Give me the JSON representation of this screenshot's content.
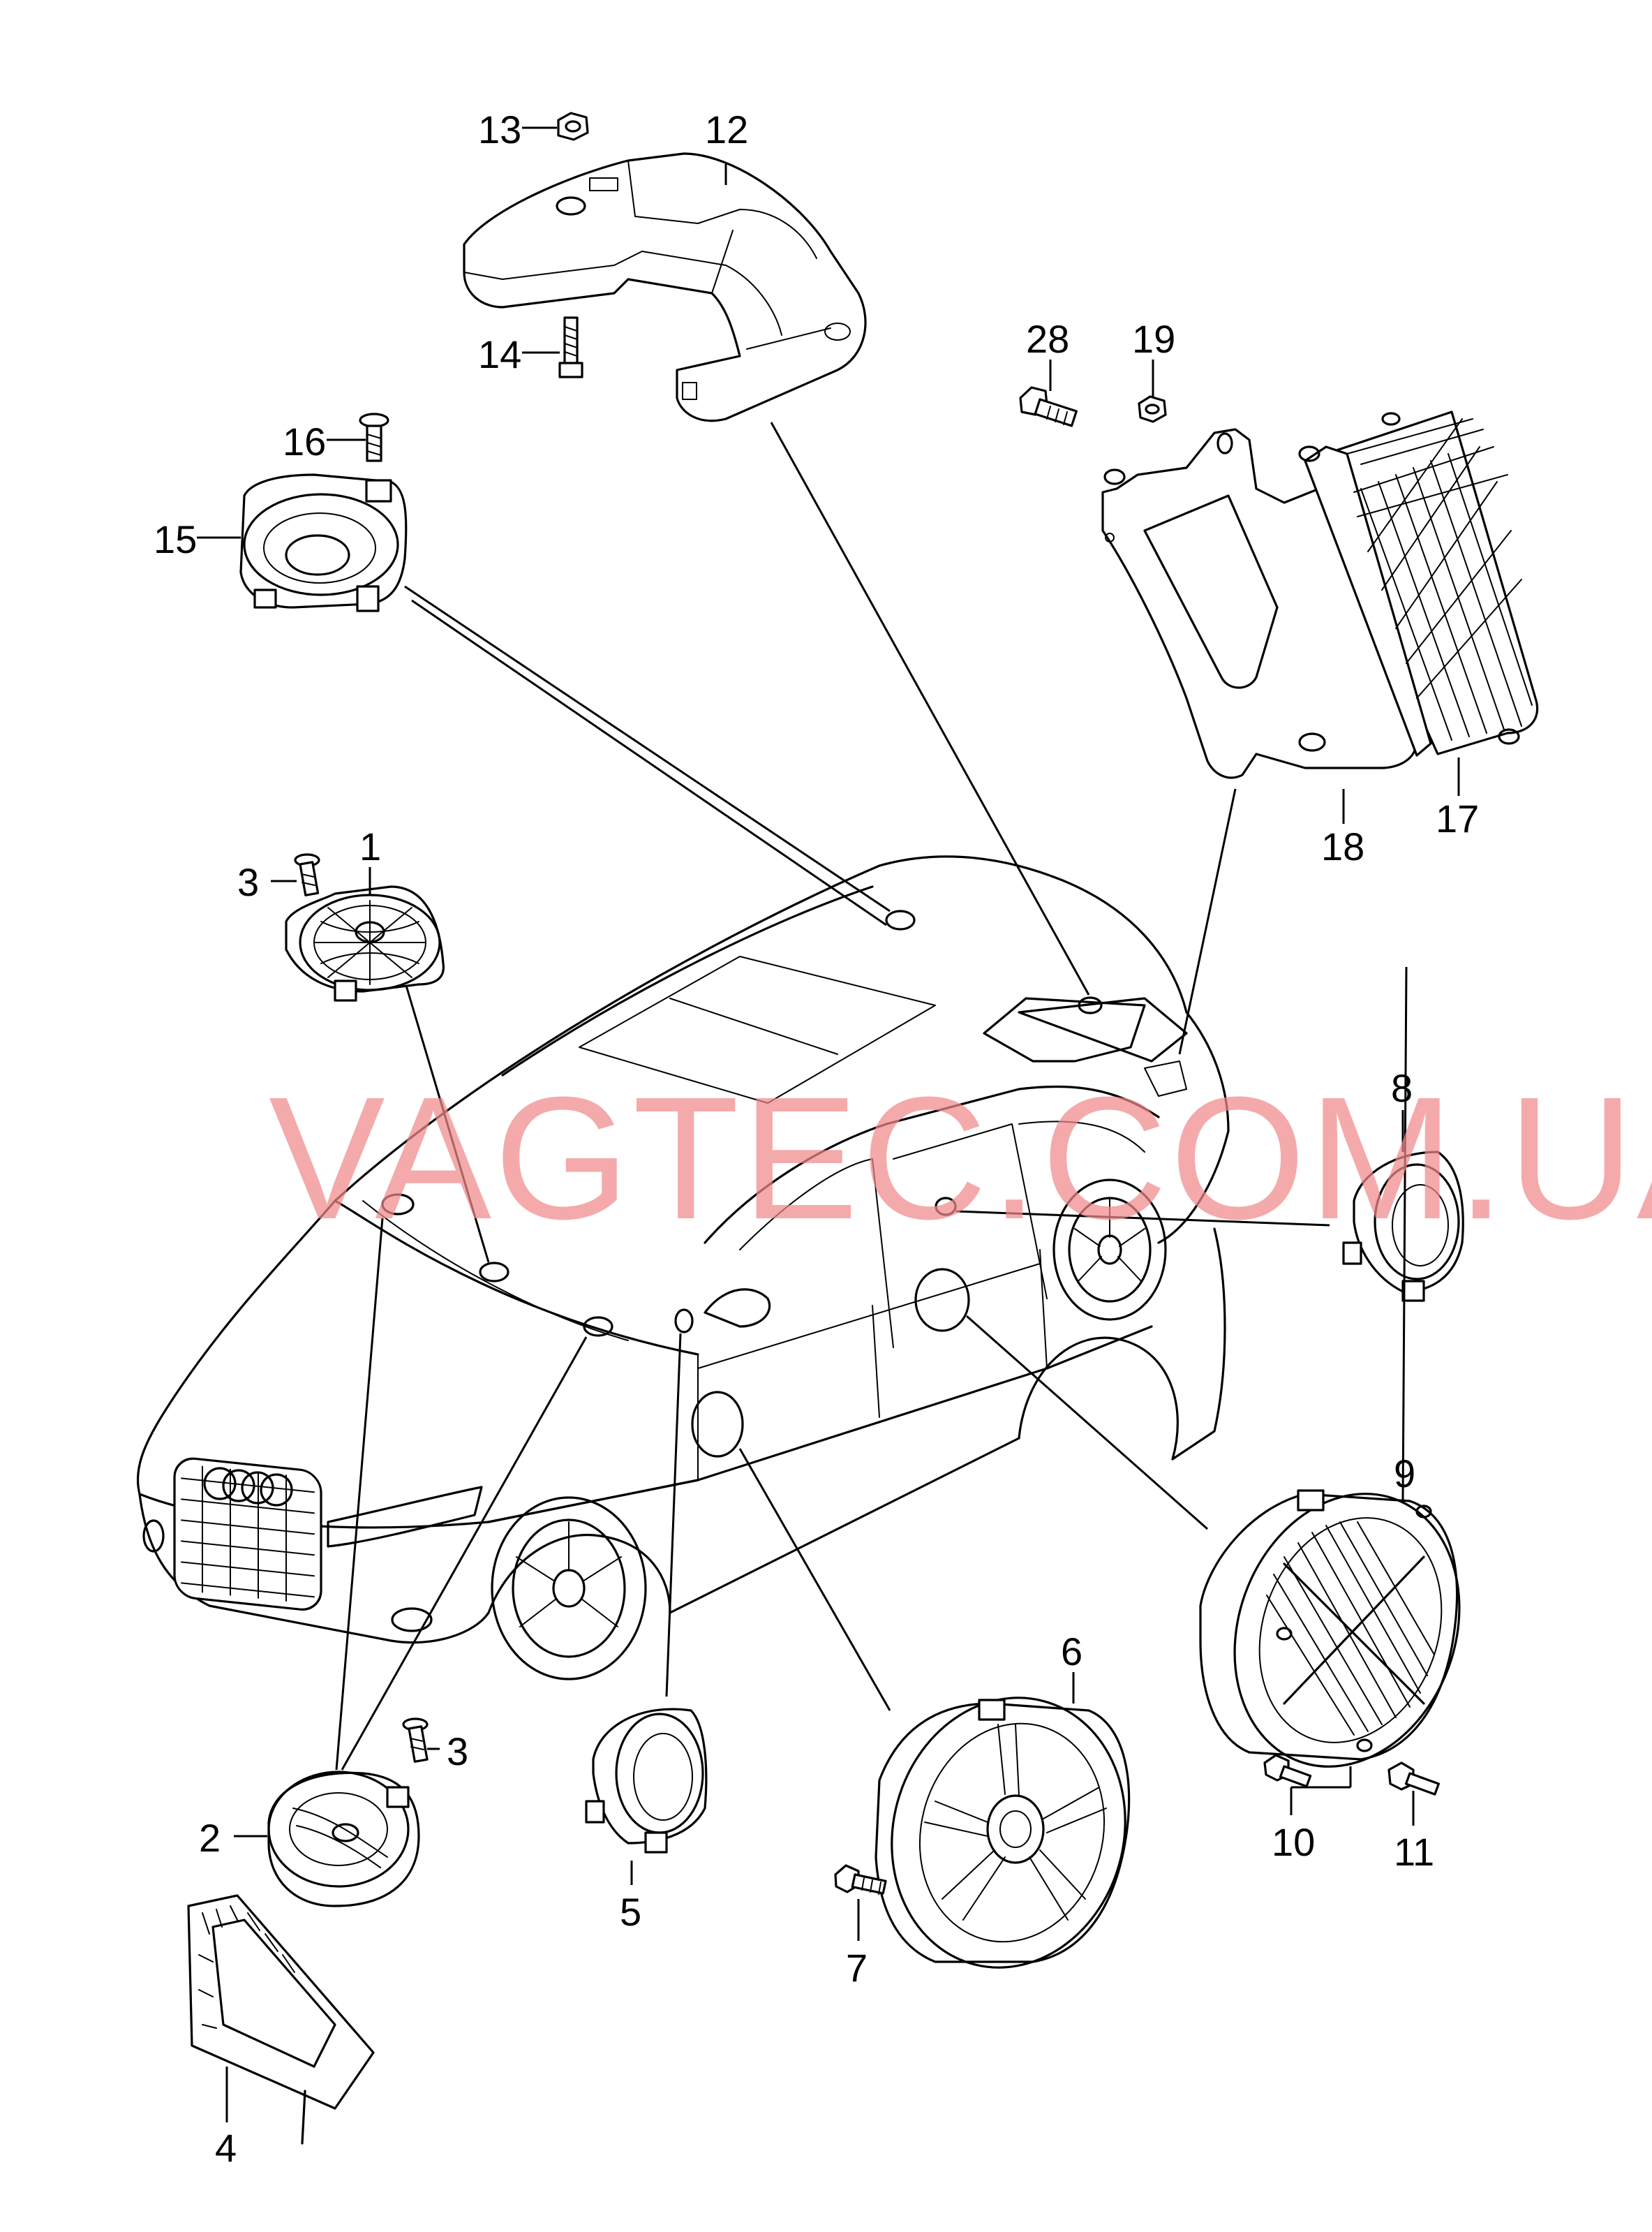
{
  "watermark": "VAGTEC.COM.UA",
  "colors": {
    "line": "#000000",
    "watermark": "#f08a8a",
    "background": "#ffffff"
  },
  "callouts": {
    "c1": "1",
    "c2": "2",
    "c3a": "3",
    "c3b": "3",
    "c4": "4",
    "c5": "5",
    "c6": "6",
    "c7": "7",
    "c8": "8",
    "c9": "9",
    "c10": "10",
    "c11": "11",
    "c12": "12",
    "c13": "13",
    "c14": "14",
    "c15": "15",
    "c16": "16",
    "c17": "17",
    "c18": "18",
    "c19": "19",
    "c28": "28"
  }
}
